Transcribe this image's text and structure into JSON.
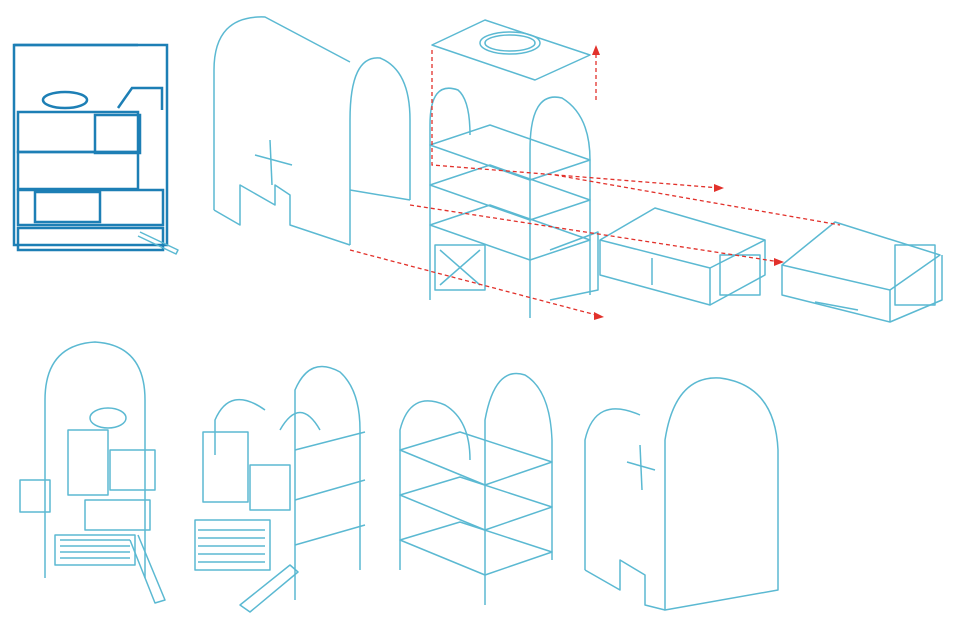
{
  "colors": {
    "line": "#5bb9d2",
    "section": "#1d7fb5",
    "arrow": "#e2312b",
    "background": "#ffffff"
  },
  "diagram": {
    "type": "exploded-axonometric",
    "views": [
      "section",
      "shell",
      "frame",
      "roof-plate",
      "module-a",
      "module-b",
      "assembled-front",
      "assembled-iso",
      "frame-iso",
      "shell-iso"
    ]
  }
}
